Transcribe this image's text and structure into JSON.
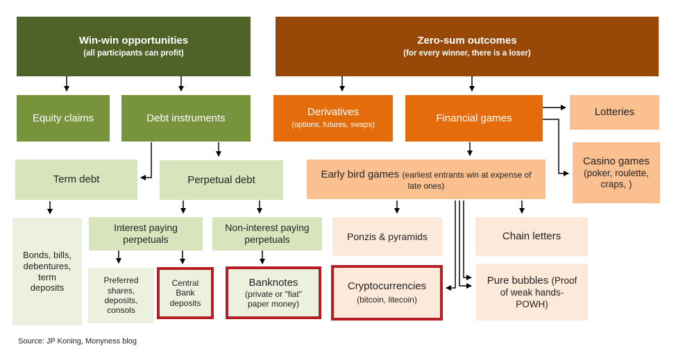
{
  "winwin": {
    "title": "Win-win opportunities",
    "subtitle": "(all participants can profit)"
  },
  "zerosum": {
    "title": "Zero-sum outcomes",
    "subtitle": "(for every winner, there is a loser)"
  },
  "equity": "Equity claims",
  "debt": "Debt instruments",
  "term_debt": "Term debt",
  "perpetual_debt": "Perpetual debt",
  "bonds": [
    "Bonds, bills,",
    "debentures,",
    "term",
    "deposits"
  ],
  "interest_paying": [
    "Interest paying",
    "perpetuals"
  ],
  "non_interest_paying": [
    "Non-interest paying",
    "perpetuals"
  ],
  "preferred": [
    "Preferred",
    "shares,",
    "deposits,",
    "consols"
  ],
  "central_bank": [
    "Central",
    "Bank",
    "deposits"
  ],
  "banknotes": {
    "title": "Banknotes",
    "l1": "(private or \"fiat\"",
    "l2": "paper money)"
  },
  "derivatives": {
    "title": "Derivatives",
    "sub": "(options, futures, swaps)"
  },
  "financial_games": "Financial games",
  "lotteries": "Lotteries",
  "casino": [
    "Casino games",
    "(poker, roulette,",
    "craps, )"
  ],
  "early_bird": {
    "title": "Early bird games",
    "desc1": "(earliest entrants win at expense of",
    "desc2": "late ones)"
  },
  "ponzis": "Ponzis & pyramids",
  "chain_letters": "Chain letters",
  "crypto": {
    "title": "Cryptocurrencies",
    "sub": "(bitcoin, litecoin)"
  },
  "bubbles": {
    "title": "Pure bubbles",
    "suffix": "(Proof",
    "l2": "of weak hands-",
    "l3": "POWH)"
  },
  "source": "Source: JP Koning, Monyness blog",
  "colors": {
    "dark_green": "#4f6228",
    "green": "#77933c",
    "light_green": "#d7e4bc",
    "pale_green": "#ebf1de",
    "dark_brown": "#984807",
    "orange": "#e46c0a",
    "peach": "#fac090",
    "pale_peach": "#fde9d9",
    "highlight_red": "#b31f24"
  }
}
